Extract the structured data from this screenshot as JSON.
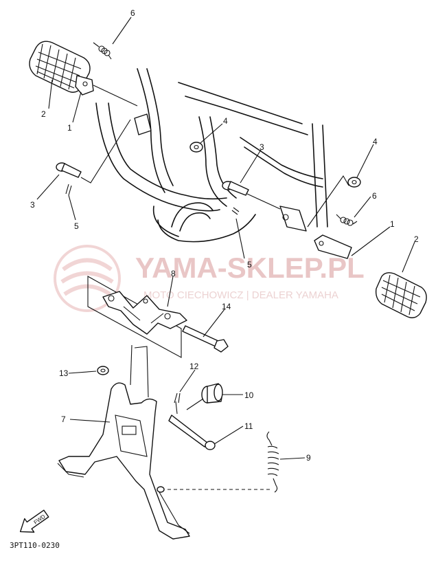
{
  "watermark": {
    "brand": "YAMA-SKLEP.PL",
    "dealer": "MOTO CIECHOWICZ | DEALER YAMAHA",
    "color": "#e9c6c6"
  },
  "part_labels": {
    "p1a": "1",
    "p1b": "1",
    "p2a": "2",
    "p2b": "2",
    "p3a": "3",
    "p3b": "3",
    "p4a": "4",
    "p4b": "4",
    "p5a": "5",
    "p5b": "5",
    "p6a": "6",
    "p6b": "6",
    "p7": "7",
    "p8": "8",
    "p9": "9",
    "p10": "10",
    "p11": "11",
    "p12": "12",
    "p13": "13",
    "p14": "14"
  },
  "fwd_arrow": {
    "label": "FWD",
    "icon": "forward-arrow-icon"
  },
  "diagram_code": "3PT110-0230",
  "line_color": "#111111"
}
